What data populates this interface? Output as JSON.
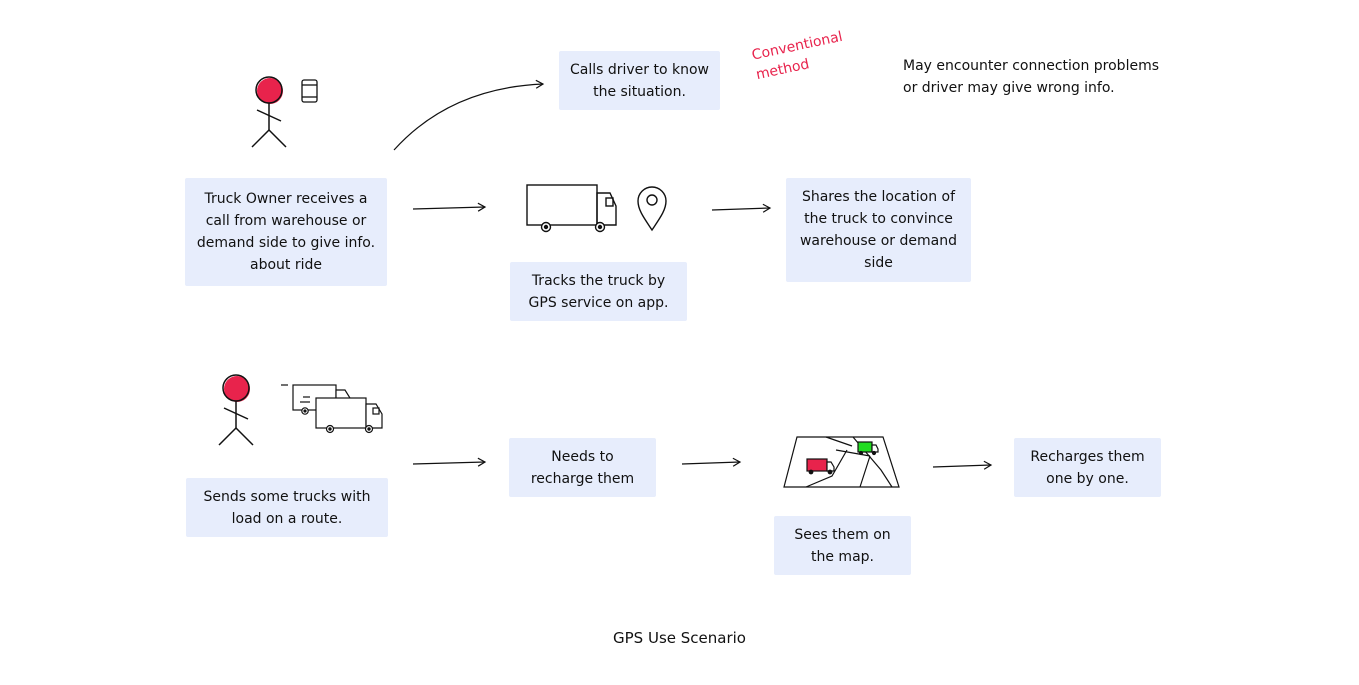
{
  "caption": "GPS Use Scenario",
  "scenario1": {
    "owner_box": "Truck Owner receives a call from warehouse or demand side to give info. about ride",
    "calls_box": "Calls driver to know the situation.",
    "conventional_label": "Conventional method",
    "problem_note": "May encounter connection problems or driver may give wrong info.",
    "tracks_box": "Tracks the truck by GPS service on app.",
    "shares_box": "Shares the location of the truck to convince warehouse or demand side"
  },
  "scenario2": {
    "sends_box": "Sends some trucks with load on a route.",
    "recharge_box": "Needs to recharge them",
    "sees_box": "Sees them on the map.",
    "recharges_box": "Recharges them one by one."
  },
  "colors": {
    "accent_red": "#e8234c",
    "box_fill": "#e7edfc",
    "truck_green": "#22dd22"
  },
  "icons": [
    "person-icon",
    "phone-icon",
    "truck-icon",
    "location-pin-icon",
    "trucks-moving-icon",
    "map-icon"
  ]
}
